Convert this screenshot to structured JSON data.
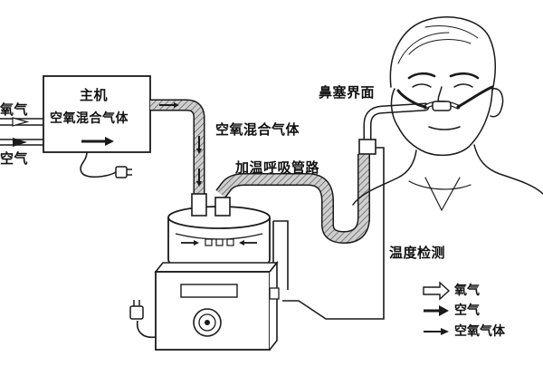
{
  "labels": {
    "oxygen_in": "氧气",
    "air_in": "空气",
    "host_title": "主机",
    "host_subtitle": "空氧混合气体",
    "mixed_gas": "空氧混合气体",
    "heated_circuit": "加温呼吸管路",
    "nasal_interface": "鼻塞界面",
    "temp_probe": "温度检测"
  },
  "legend": [
    {
      "icon": "hollow-arrow-icon",
      "label": "氧气"
    },
    {
      "icon": "solid-arrow-icon",
      "label": "空气"
    },
    {
      "icon": "thin-arrow-icon",
      "label": "空氧气体"
    }
  ],
  "colors": {
    "line": "#1a1a1a",
    "tube_fill": "#bdbdbd",
    "device_fill": "#ffffff"
  }
}
